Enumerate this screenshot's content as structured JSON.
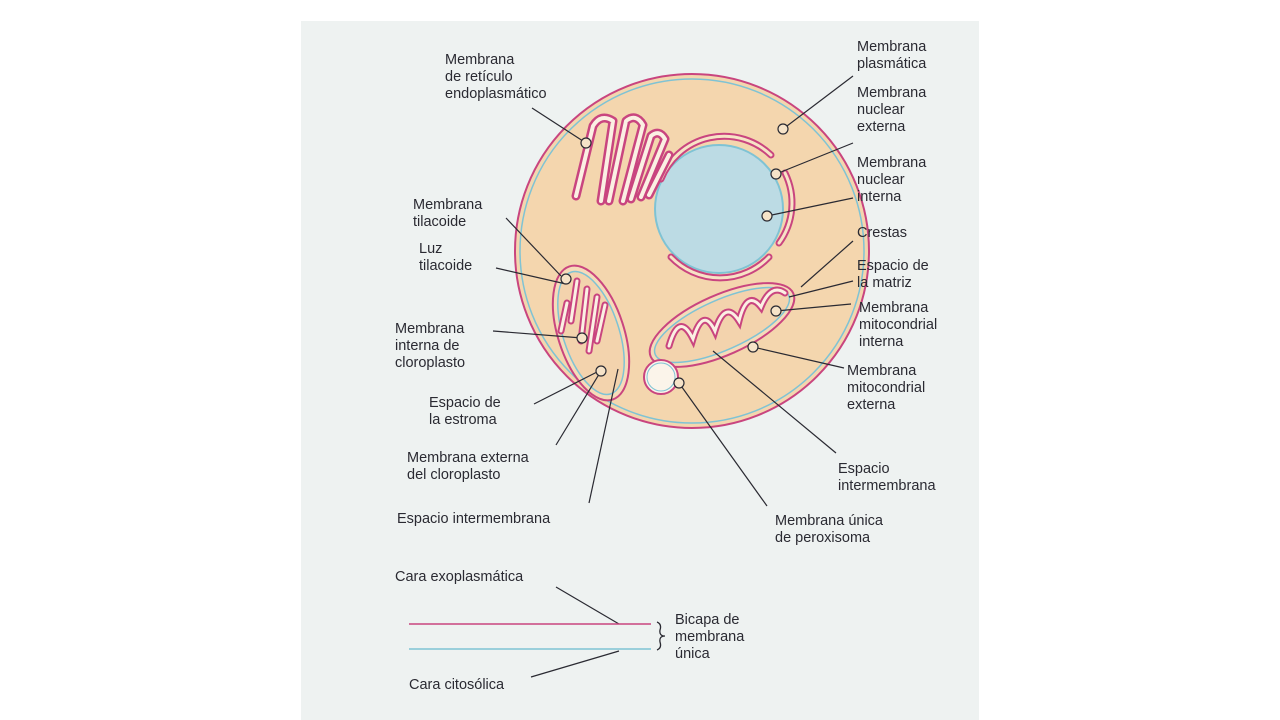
{
  "labels": {
    "er": "Membrana\nde retículo\nendoplasmático",
    "plasma": "Membrana\nplasmática",
    "nuc_ext": "Membrana\nnuclear\nexterna",
    "nuc_int": "Membrana\nnuclear\ninterna",
    "crestas": "Crestas",
    "matriz": "Espacio de\nla matriz",
    "mito_int": "Membrana\nmitocondrial\ninterna",
    "mito_ext": "Membrana\nmitocondrial\nexterna",
    "esp_inter_mito": "Espacio\nintermembrana",
    "peroxisoma": "Membrana única\nde peroxisoma",
    "tila_mem": "Membrana\ntilacoide",
    "tila_luz": "Luz\ntilacoide",
    "cloro_int": "Membrana\ninterna de\ncloroplasto",
    "estroma": "Espacio de\nla estroma",
    "cloro_ext": "Membrana externa\ndel cloroplasto",
    "esp_inter_cloro": "Espacio intermembrana",
    "exo": "Cara exoplasmática",
    "bicapa": "Bicapa de\nmembrana\núnica",
    "cito": "Cara citosólica"
  },
  "colors": {
    "cytoplasm": "#f4d6ae",
    "nucleus": "#bcdbe4",
    "exoplasmic_face": "#c9457f",
    "cytosolic_face": "#7fc3d4",
    "background": "#eef2f1"
  }
}
